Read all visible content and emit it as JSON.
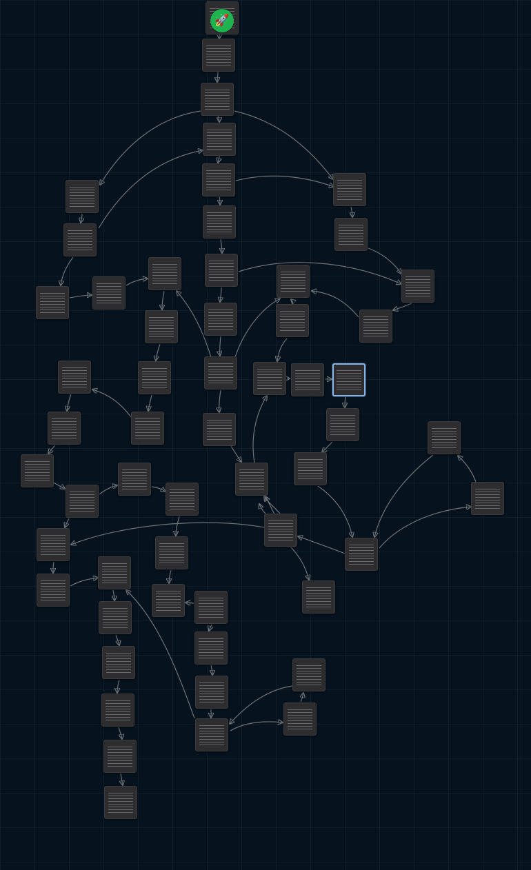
{
  "canvas": {
    "background": "#06121d",
    "grid": true
  },
  "start": {
    "icon": "rocket-icon",
    "color": "#1fb350",
    "glyph": "🚀"
  },
  "theme": {
    "node_fill": "#2d2d2f",
    "edge": "#6f7478",
    "selected_outline": "#87b4e6"
  },
  "node_count": 62,
  "edge_count": 67,
  "selected_node": "n41"
}
